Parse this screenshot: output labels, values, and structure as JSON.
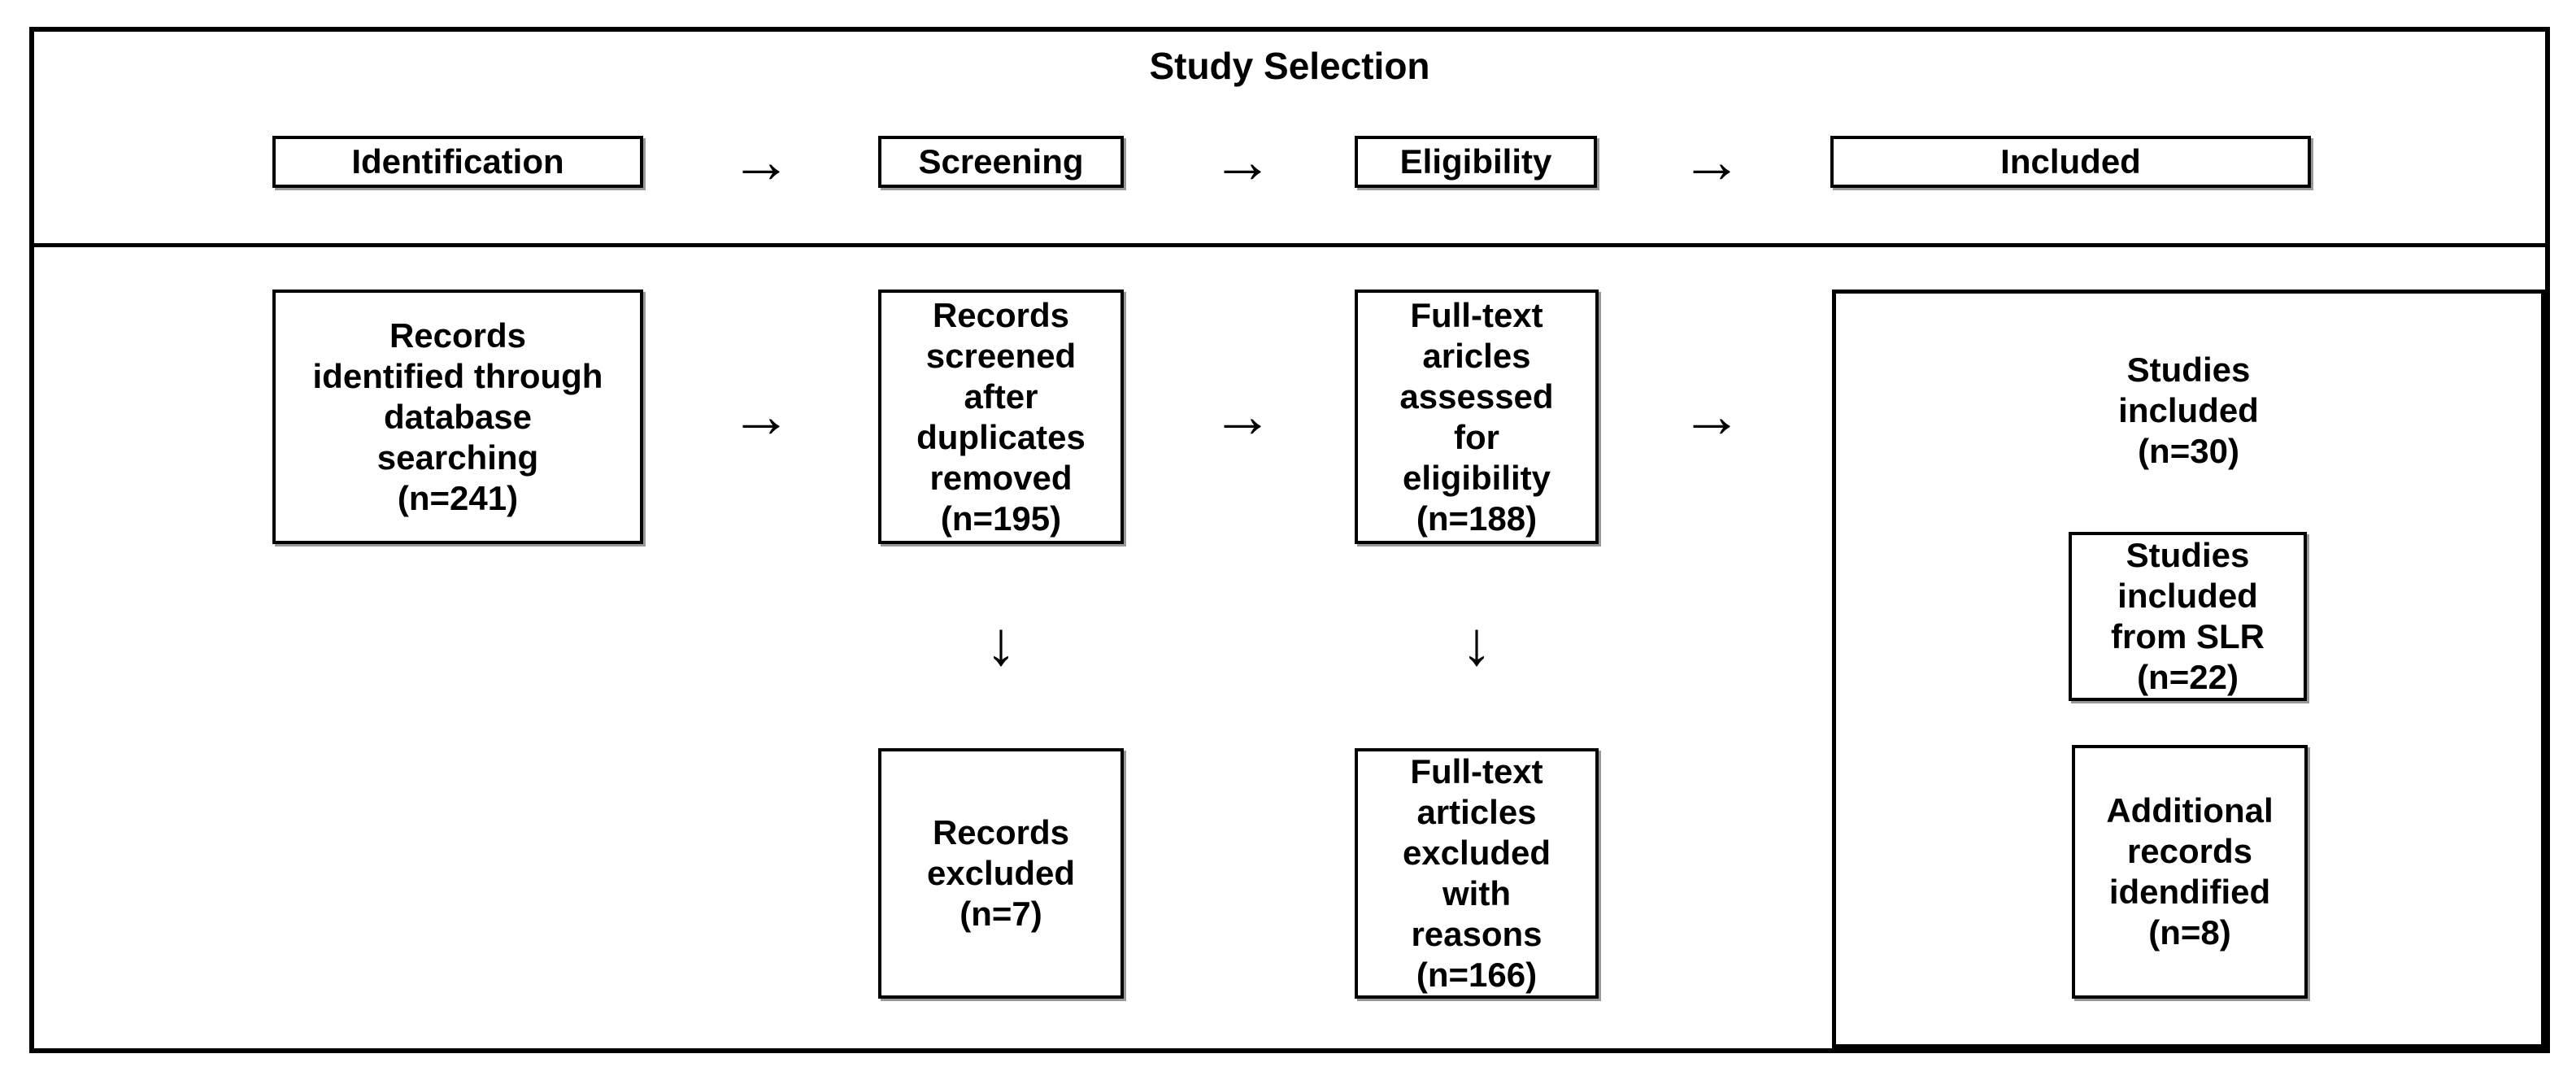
{
  "title": "Study Selection",
  "arrows": {
    "right": "→",
    "down": "↓"
  },
  "phases": [
    {
      "id": "identification",
      "label": "Identification"
    },
    {
      "id": "screening",
      "label": "Screening"
    },
    {
      "id": "eligibility",
      "label": "Eligibility"
    },
    {
      "id": "included",
      "label": "Included"
    }
  ],
  "nodes": {
    "records_identified": {
      "text": "Records\nidentified through\ndatabase\nsearching\n(n=241)",
      "n": 241
    },
    "records_screened": {
      "text": "Records\nscreened\nafter\nduplicates\nremoved\n(n=195)",
      "n": 195
    },
    "fulltext_assessed": {
      "text": "Full-text\naricles\nassessed\nfor\neligibility\n(n=188)",
      "n": 188
    },
    "studies_included": {
      "text": "Studies\nincluded\n(n=30)",
      "n": 30
    },
    "studies_included_from_slr": {
      "text": "Studies\nincluded\nfrom SLR\n(n=22)",
      "n": 22
    },
    "additional_records": {
      "text": "Additional\nrecords\nidendified\n(n=8)",
      "n": 8
    },
    "records_excluded": {
      "text": "Records\nexcluded\n(n=7)",
      "n": 7
    },
    "fulltext_excluded": {
      "text": "Full-text\narticles\nexcluded\nwith\nreasons\n(n=166)",
      "n": 166
    }
  },
  "counts": {
    "identified": 241,
    "screened": 195,
    "assessed": 188,
    "included": 30,
    "included_from_slr": 22,
    "additional_identified": 8,
    "records_excluded": 7,
    "fulltext_excluded": 166
  },
  "colors": {
    "background": "#ffffff",
    "border": "#000000",
    "text": "#000000",
    "shadow": "#999999"
  }
}
